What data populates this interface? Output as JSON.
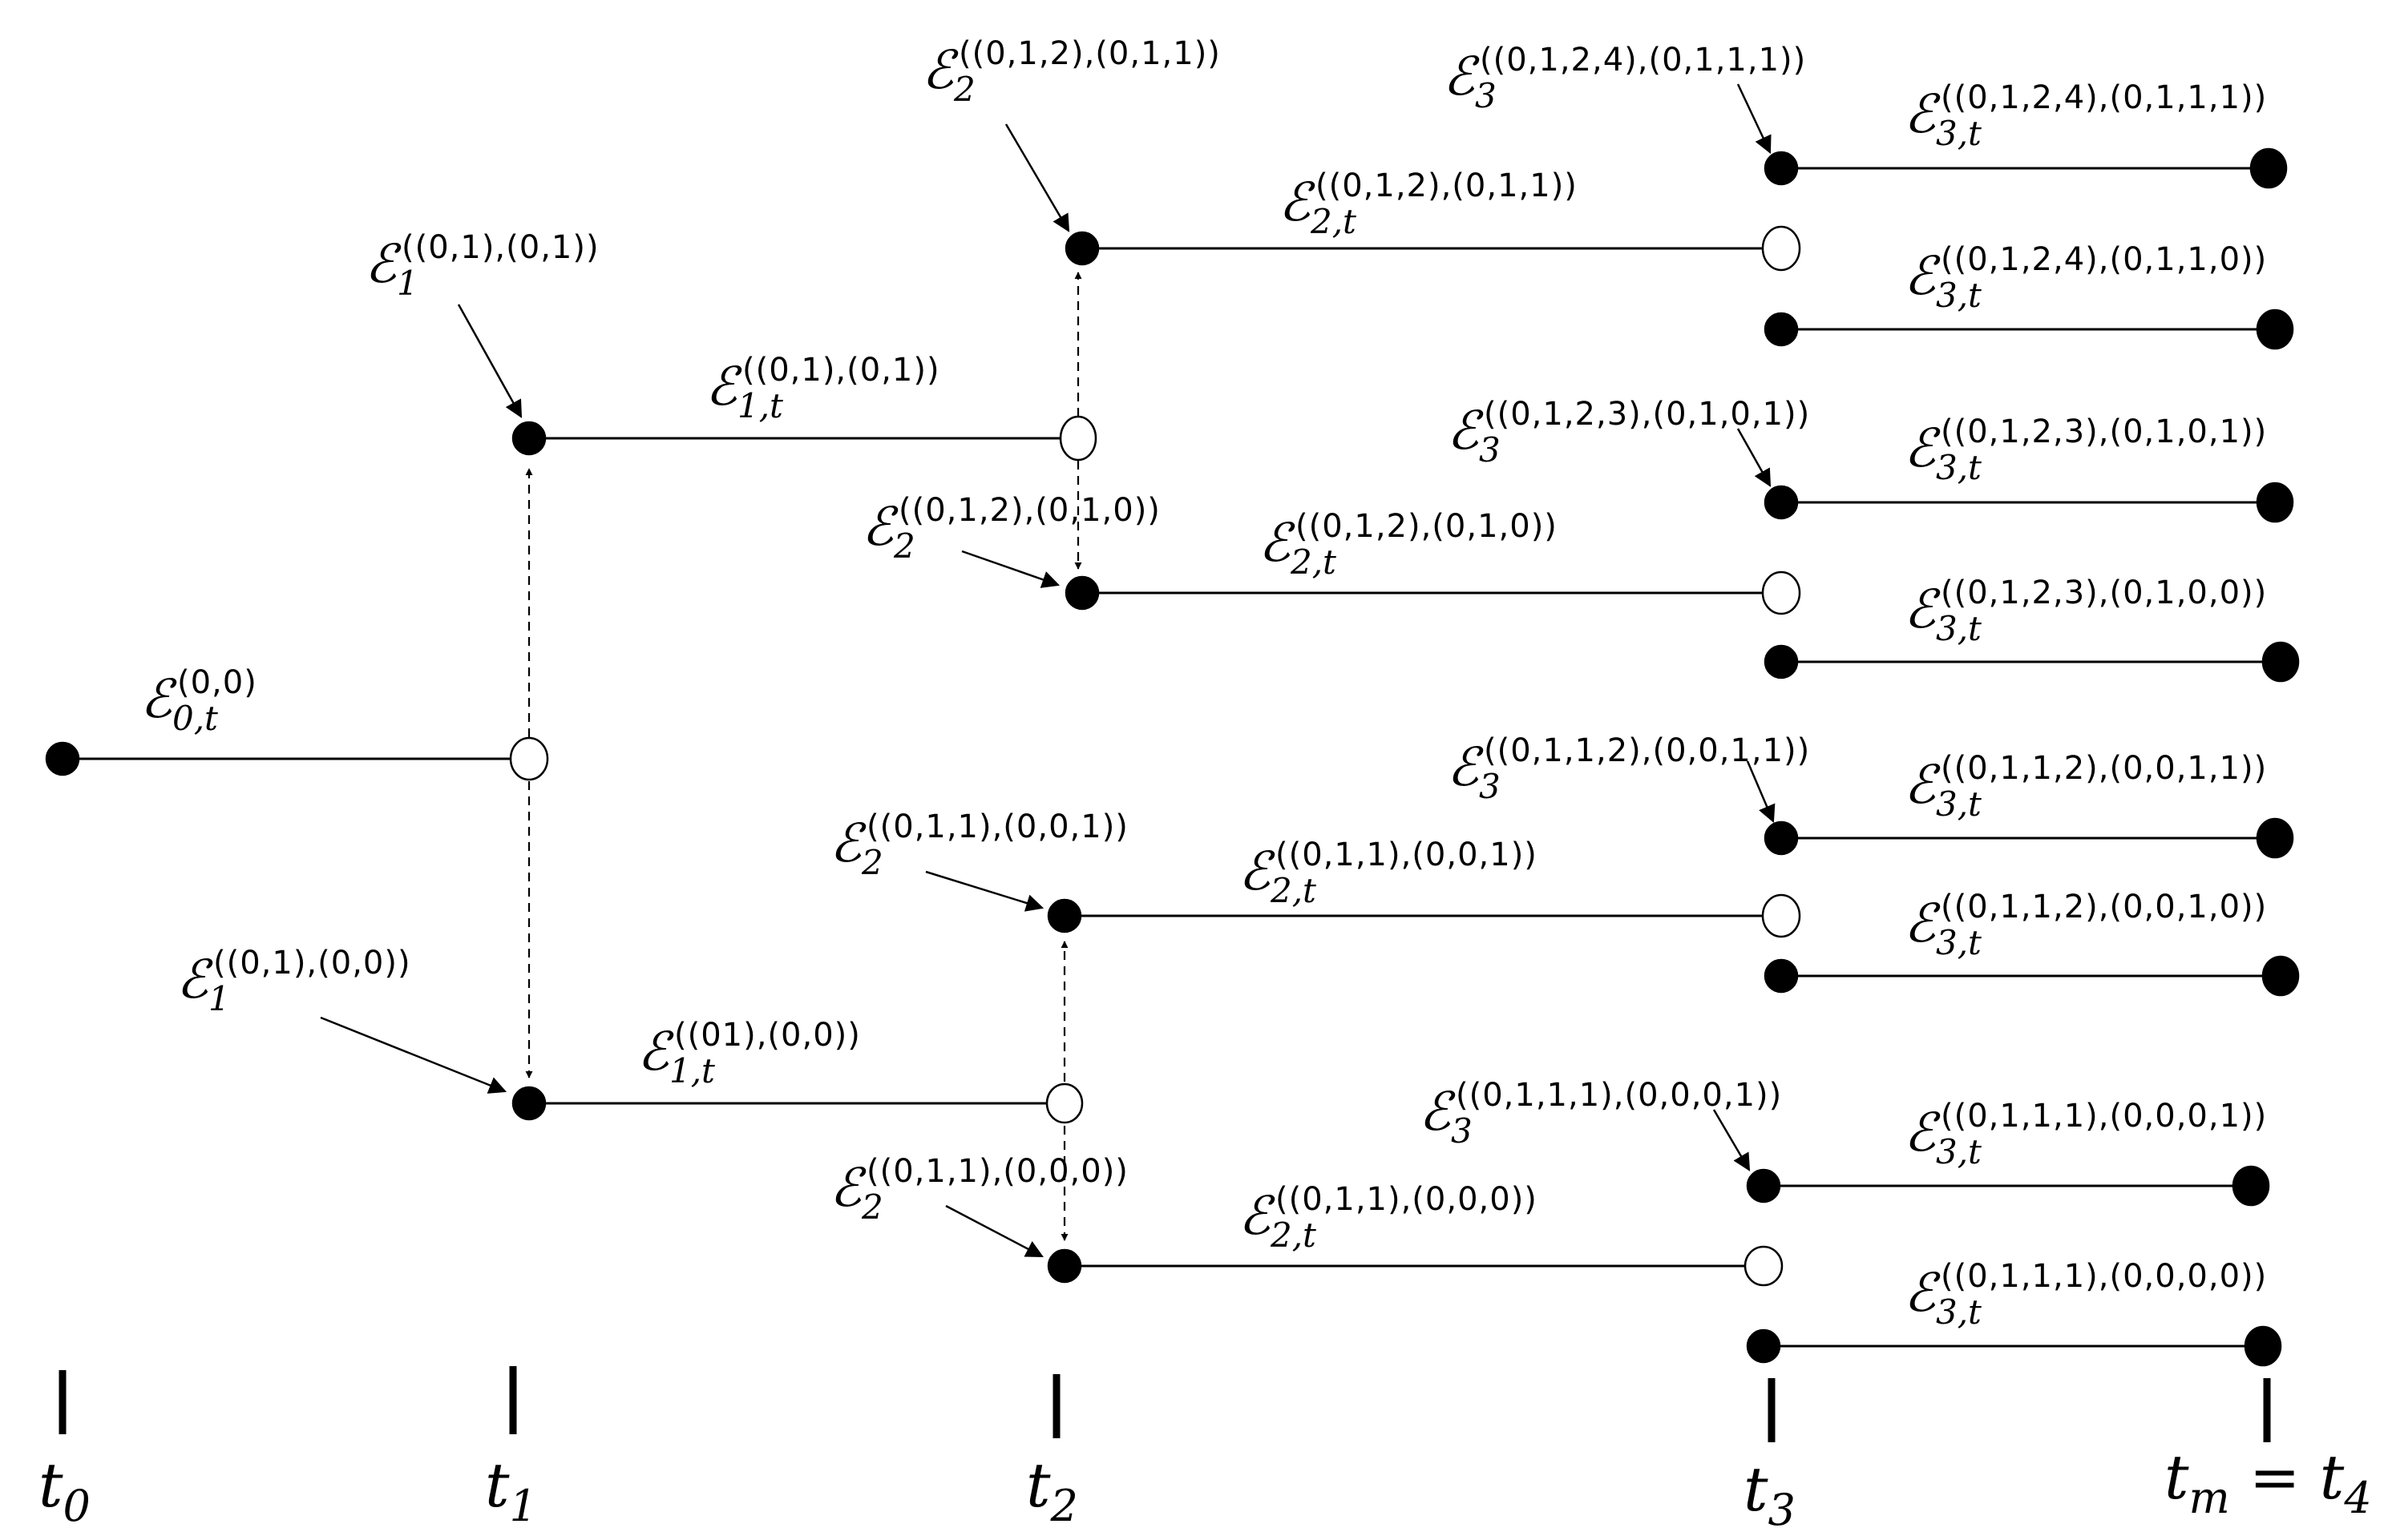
{
  "time_axis": {
    "t0": {
      "base": "t",
      "sub": "0"
    },
    "t1": {
      "base": "t",
      "sub": "1"
    },
    "t2": {
      "base": "t",
      "sub": "2"
    },
    "t3": {
      "base": "t",
      "sub": "3"
    },
    "t4": {
      "base": "t",
      "sub": "m",
      "eq": " = ",
      "base2": "t",
      "sub2": "4"
    }
  },
  "labels": {
    "e0t": {
      "sym": "ℰ",
      "sub": "0,t",
      "sup": "(0,0)"
    },
    "e1_top": {
      "sym": "ℰ",
      "sub": "1",
      "sup": "((0,1),(0,1))"
    },
    "e1t_top": {
      "sym": "ℰ",
      "sub": "1,t",
      "sup": "((0,1),(0,1))"
    },
    "e1_bot": {
      "sym": "ℰ",
      "sub": "1",
      "sup": "((0,1),(0,0))"
    },
    "e1t_bot": {
      "sym": "ℰ",
      "sub": "1,t",
      "sup": "((01),(0,0))"
    },
    "e2_a": {
      "sym": "ℰ",
      "sub": "2",
      "sup": "((0,1,2),(0,1,1))"
    },
    "e2t_a": {
      "sym": "ℰ",
      "sub": "2,t",
      "sup": "((0,1,2),(0,1,1))"
    },
    "e2_b": {
      "sym": "ℰ",
      "sub": "2",
      "sup": "((0,1,2),(0,1,0))"
    },
    "e2t_b": {
      "sym": "ℰ",
      "sub": "2,t",
      "sup": "((0,1,2),(0,1,0))"
    },
    "e2_c": {
      "sym": "ℰ",
      "sub": "2",
      "sup": "((0,1,1),(0,0,1))"
    },
    "e2t_c": {
      "sym": "ℰ",
      "sub": "2,t",
      "sup": "((0,1,1),(0,0,1))"
    },
    "e2_d": {
      "sym": "ℰ",
      "sub": "2",
      "sup": "((0,1,1),(0,0,0))"
    },
    "e2t_d": {
      "sym": "ℰ",
      "sub": "2,t",
      "sup": "((0,1,1),(0,0,0))"
    },
    "e3_a": {
      "sym": "ℰ",
      "sub": "3",
      "sup": "((0,1,2,4),(0,1,1,1))"
    },
    "e3_b": {
      "sym": "ℰ",
      "sub": "3",
      "sup": "((0,1,2,3),(0,1,0,1))"
    },
    "e3_c": {
      "sym": "ℰ",
      "sub": "3",
      "sup": "((0,1,1,2),(0,0,1,1))"
    },
    "e3_d": {
      "sym": "ℰ",
      "sub": "3",
      "sup": "((0,1,1,1),(0,0,0,1))"
    },
    "e3t_1": {
      "sym": "ℰ",
      "sub": "3,t",
      "sup": "((0,1,2,4),(0,1,1,1))"
    },
    "e3t_2": {
      "sym": "ℰ",
      "sub": "3,t",
      "sup": "((0,1,2,4),(0,1,1,0))"
    },
    "e3t_3": {
      "sym": "ℰ",
      "sub": "3,t",
      "sup": "((0,1,2,3),(0,1,0,1))"
    },
    "e3t_4": {
      "sym": "ℰ",
      "sub": "3,t",
      "sup": "((0,1,2,3),(0,1,0,0))"
    },
    "e3t_5": {
      "sym": "ℰ",
      "sub": "3,t",
      "sup": "((0,1,1,2),(0,0,1,1))"
    },
    "e3t_6": {
      "sym": "ℰ",
      "sub": "3,t",
      "sup": "((0,1,1,2),(0,0,1,0))"
    },
    "e3t_7": {
      "sym": "ℰ",
      "sub": "3,t",
      "sup": "((0,1,1,1),(0,0,0,1))"
    },
    "e3t_8": {
      "sym": "ℰ",
      "sub": "3,t",
      "sup": "((0,1,1,1),(0,0,0,0))"
    }
  }
}
